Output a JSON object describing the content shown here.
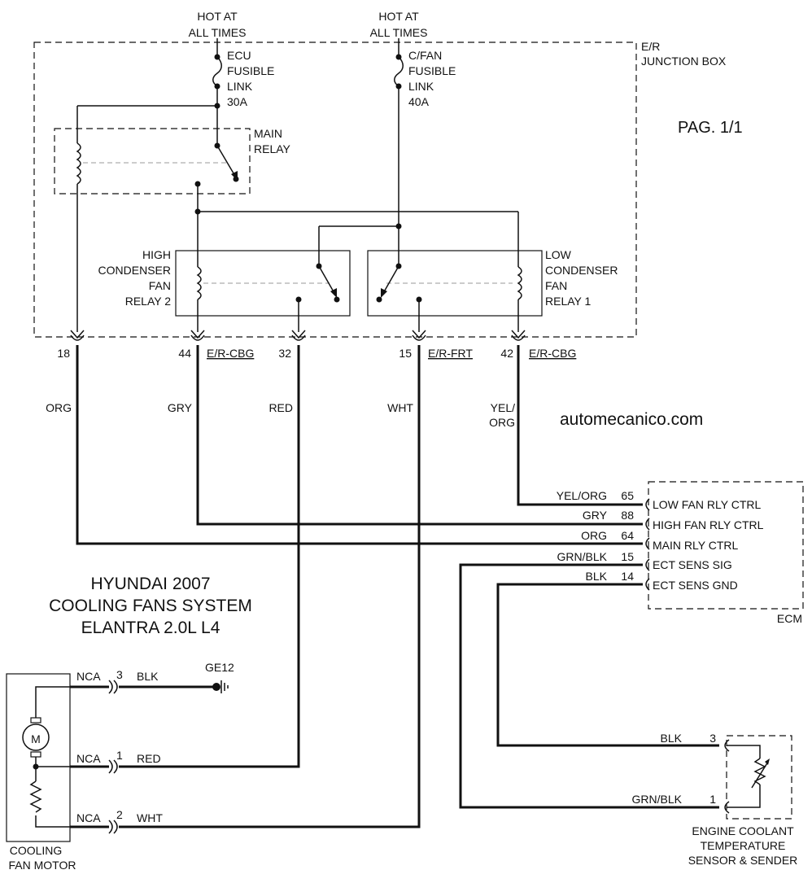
{
  "title": {
    "line1": "HYUNDAI 2007",
    "line2": "COOLING FANS SYSTEM",
    "line3": "ELANTRA 2.0L L4"
  },
  "page_label": "PAG. 1/1",
  "watermark": "automecanico.com",
  "power": {
    "left": {
      "line1": "HOT AT",
      "line2": "ALL TIMES"
    },
    "right": {
      "line1": "HOT AT",
      "line2": "ALL TIMES"
    }
  },
  "junction_box": {
    "line1": "E/R",
    "line2": "JUNCTION BOX"
  },
  "fuses": {
    "ecu": {
      "line1": "ECU",
      "line2": "FUSIBLE",
      "line3": "LINK",
      "line4": "30A"
    },
    "cfan": {
      "line1": "C/FAN",
      "line2": "FUSIBLE",
      "line3": "LINK",
      "line4": "40A"
    }
  },
  "relays": {
    "main": {
      "line1": "MAIN",
      "line2": "RELAY"
    },
    "high": {
      "line1": "HIGH",
      "line2": "CONDENSER",
      "line3": "FAN",
      "line4": "RELAY 2"
    },
    "low": {
      "line1": "LOW",
      "line2": "CONDENSER",
      "line3": "FAN",
      "line4": "RELAY 1"
    }
  },
  "jb_pins": {
    "p18": "18",
    "p44": "44",
    "p32": "32",
    "p15": "15",
    "p42": "42",
    "conn_cbg1": "E/R-CBG",
    "conn_frt": "E/R-FRT",
    "conn_cbg2": "E/R-CBG"
  },
  "wire_colors": {
    "org": "ORG",
    "gry": "GRY",
    "red": "RED",
    "wht": "WHT",
    "yel_org_1": "YEL/",
    "yel_org_2": "ORG"
  },
  "ecm": {
    "name": "ECM",
    "pins": [
      {
        "wire": "YEL/ORG",
        "pin": "65",
        "label": "LOW FAN RLY CTRL"
      },
      {
        "wire": "GRY",
        "pin": "88",
        "label": "HIGH FAN RLY CTRL"
      },
      {
        "wire": "ORG",
        "pin": "64",
        "label": "MAIN RLY CTRL"
      },
      {
        "wire": "GRN/BLK",
        "pin": "15",
        "label": "ECT SENS SIG"
      },
      {
        "wire": "BLK",
        "pin": "14",
        "label": "ECT SENS GND"
      }
    ]
  },
  "motor": {
    "name_line1": "COOLING",
    "name_line2": "FAN MOTOR",
    "symbol": "M",
    "pins": [
      {
        "conn": "NCA",
        "pin": "3",
        "wire": "BLK"
      },
      {
        "conn": "NCA",
        "pin": "1",
        "wire": "RED"
      },
      {
        "conn": "NCA",
        "pin": "2",
        "wire": "WHT"
      }
    ],
    "ground": "GE12"
  },
  "sensor": {
    "line1": "ENGINE COOLANT",
    "line2": "TEMPERATURE",
    "line3": "SENSOR & SENDER",
    "pins": [
      {
        "wire": "BLK",
        "pin": "3"
      },
      {
        "wire": "GRN/BLK",
        "pin": "1"
      }
    ]
  }
}
